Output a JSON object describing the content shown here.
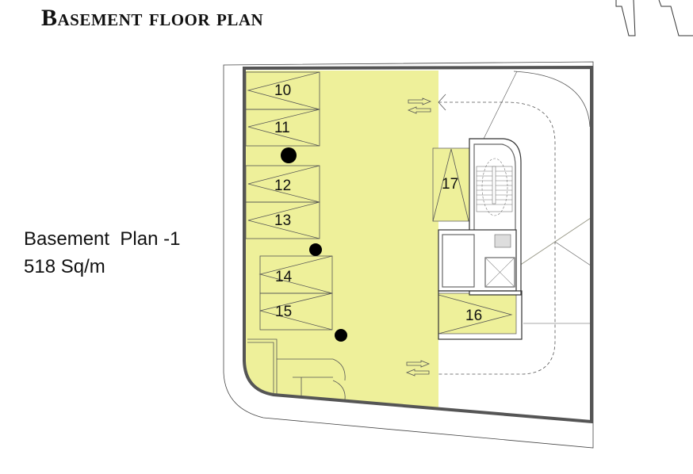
{
  "title": "Basement floor plan",
  "plan_info": {
    "name": "Basement  Plan -1",
    "area": "518 Sq/m"
  },
  "parking_slots": [
    "10",
    "11",
    "12",
    "13",
    "14",
    "15",
    "16",
    "17"
  ],
  "colors": {
    "parking_fill": "#eef09a",
    "wall": "#555555"
  }
}
